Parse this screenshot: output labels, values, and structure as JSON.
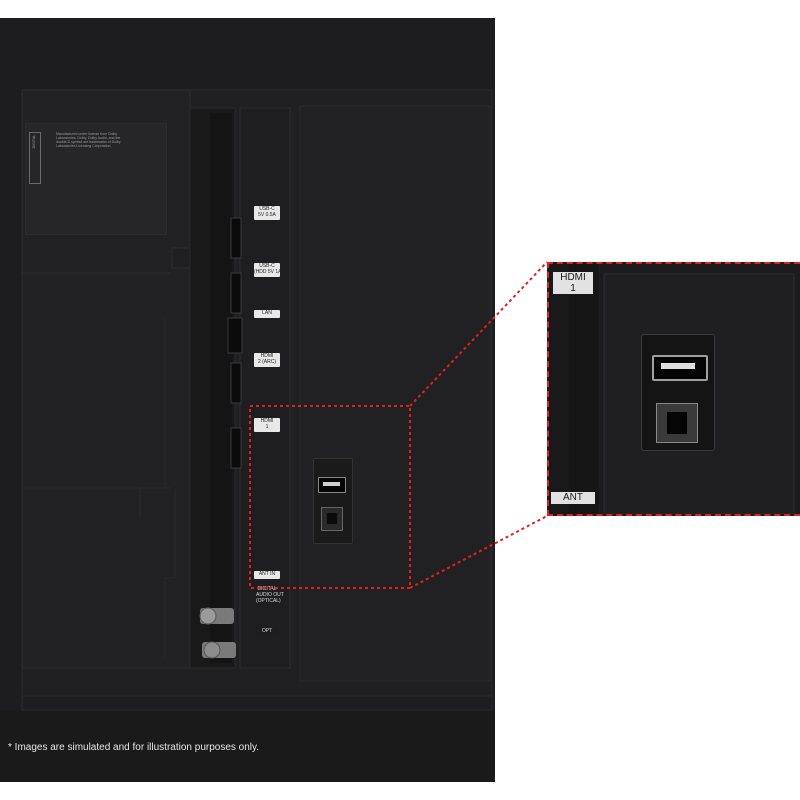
{
  "notice": "* Images are simulated and for illustration purposes only.",
  "sticker": {
    "badge": "DIGITAL",
    "text": "Manufactured under license from Dolby\nLaboratories. Dolby, Dolby Audio, and the\ndouble-D symbol are trademarks of Dolby\nLaboratories Licensing Corporation."
  },
  "port_labels": {
    "usb1": "USB-C\n5V 0.5A",
    "usb2": "USB-C\n(HDD 5V 1A)",
    "lan": "LAN",
    "hdmi2": "HDMI\n2 (ARC)",
    "hdmi1": "HDMI\n1",
    "ant": "ANT IN",
    "optical": "DIGITAL\nAUDIO OUT\n(OPTICAL)",
    "opt": "OPT"
  },
  "zoom_labels": {
    "hdmi1": "HDMI\n1",
    "ant": "ANT"
  },
  "colors": {
    "tv_body": "#1d1d1f",
    "callout": "#e02020",
    "label_bg": "#e8e8e8"
  }
}
